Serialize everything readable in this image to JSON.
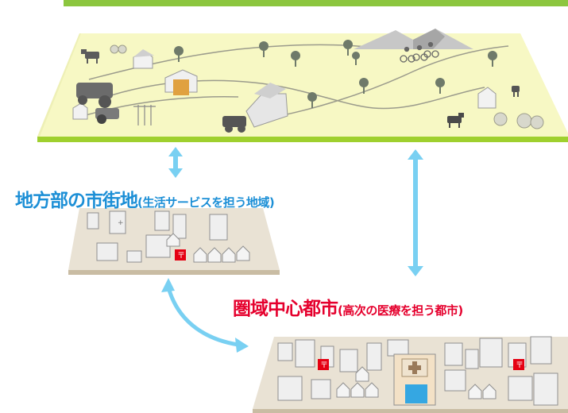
{
  "colors": {
    "rural_ground": "#f7f8c4",
    "rural_edge": "#b6dc3c",
    "town_ground": "#e9e2d4",
    "town_edge": "#c9bca3",
    "regional_label": "#1c8fd6",
    "core_label": "#e5002d",
    "arrow": "#79d0f2"
  },
  "regional_town": {
    "label": "地方部の市街地",
    "sub": "(生活サービスを担う地域)"
  },
  "core_city": {
    "label": "圏域中心都市",
    "sub": "(高次の医療を担う都市)"
  },
  "icons": [
    "cow-icon",
    "tree-icon",
    "house-icon",
    "mountain-icon",
    "cyclist-icon",
    "hay-bale-icon",
    "tractor-icon",
    "boat-icon",
    "building-icon",
    "hospital-icon",
    "post-office-icon",
    "double-arrow-icon"
  ]
}
